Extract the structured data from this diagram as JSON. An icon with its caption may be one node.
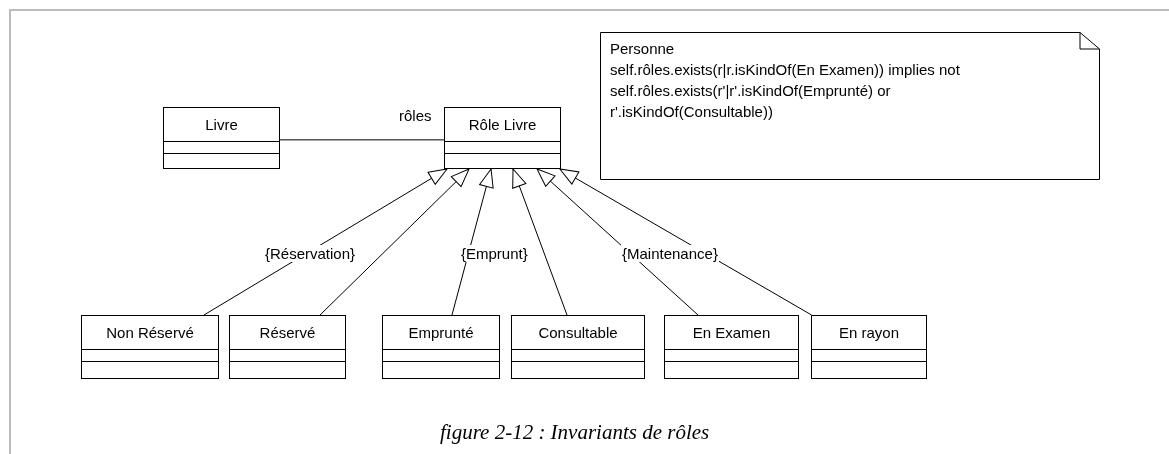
{
  "diagram": {
    "caption": "figure 2-12 : Invariants de rôles",
    "nodes": [
      {
        "text": [
          "Livre"
        ]
      },
      {
        "text": [
          "Rôle Livre"
        ]
      },
      {
        "text": [
          "Non Réservé"
        ]
      },
      {
        "text": [
          "Réservé"
        ]
      },
      {
        "text": [
          "Emprunté"
        ]
      },
      {
        "text": [
          "Consultable"
        ]
      },
      {
        "text": [
          "En Examen"
        ]
      },
      {
        "text": [
          "En rayon"
        ]
      },
      {
        "text": [
          "Personne",
          "self.rôles.exists(r|r.isKindOf(En Examen)) implies not self.rôles.exists(r'|r'.isKindOf(Emprunté) or r'.isKindOf(Consultable))"
        ]
      }
    ],
    "edges": [
      {
        "from": 0,
        "to": 1,
        "arrow": "none",
        "label": "rôles"
      },
      {
        "from": 2,
        "to": 1,
        "arrow": "to"
      },
      {
        "from": 3,
        "to": 1,
        "arrow": "to"
      },
      {
        "from": 4,
        "to": 1,
        "arrow": "to"
      },
      {
        "from": 5,
        "to": 1,
        "arrow": "to"
      },
      {
        "from": 6,
        "to": 1,
        "arrow": "to"
      },
      {
        "from": 7,
        "to": 1,
        "arrow": "to"
      }
    ],
    "labels": [
      "{Réservation}",
      "{Emprunt}",
      "{Maintenance}"
    ]
  }
}
